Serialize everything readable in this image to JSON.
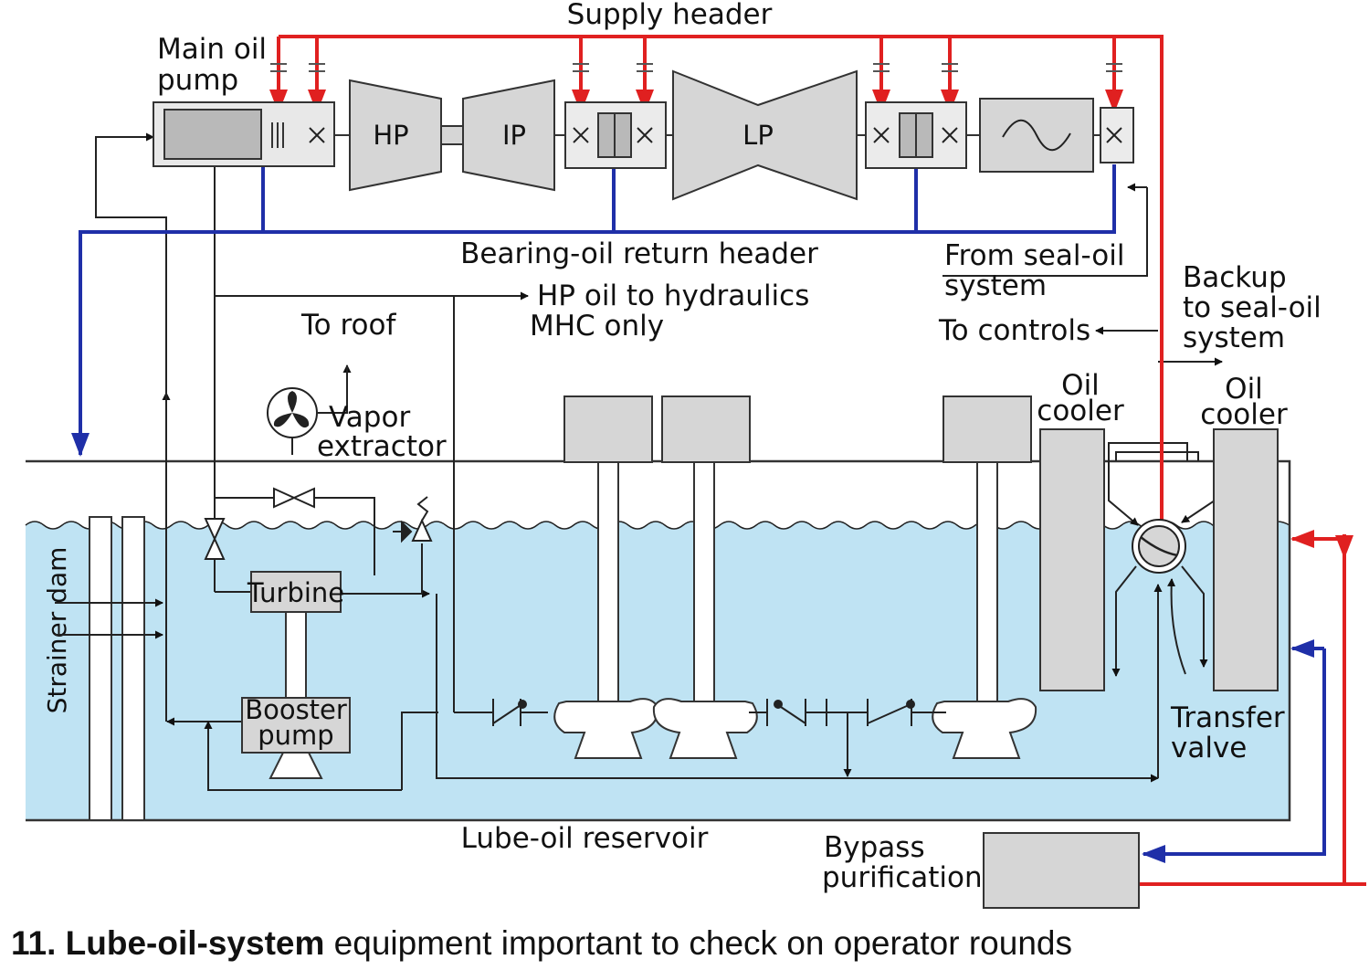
{
  "labels": {
    "supply_header": "Supply header",
    "main_oil_pump_1": "Main oil",
    "main_oil_pump_2": "pump",
    "hp": "HP",
    "ip": "IP",
    "lp": "LP",
    "bearing_return": "Bearing-oil return header",
    "from_seal_1": "From seal-oil",
    "from_seal_2": "system",
    "hp_oil_1": "HP oil to hydraulics",
    "hp_oil_2": "MHC only",
    "to_roof": "To roof",
    "to_controls": "To controls",
    "backup_1": "Backup",
    "backup_2": "to seal-oil",
    "backup_3": "system",
    "oil_cooler_1a": "Oil",
    "oil_cooler_1b": "cooler",
    "oil_cooler_2a": "Oil",
    "oil_cooler_2b": "cooler",
    "vapor_1": "Vapor",
    "vapor_2": "extractor",
    "turbine": "Turbine",
    "booster_1": "Booster",
    "booster_2": "pump",
    "strainer_dam": "Strainer dam",
    "transfer_1": "Transfer",
    "transfer_2": "valve",
    "reservoir": "Lube-oil reservoir",
    "bypass_1": "Bypass",
    "bypass_2": "purification"
  },
  "caption": {
    "number_bold": "11. Lube-oil-system",
    "rest": " equipment important to check on operator rounds"
  },
  "colors": {
    "supply_line": "#e02020",
    "return_line": "#1f2fa8",
    "reservoir_fill": "#bfe3f3",
    "equipment_fill": "#d6d6d6"
  }
}
